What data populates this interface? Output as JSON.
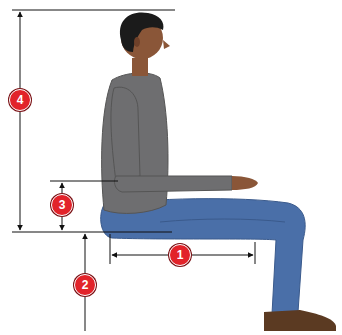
{
  "diagram": {
    "labels": [
      "4",
      "3",
      "1",
      "2"
    ]
  }
}
